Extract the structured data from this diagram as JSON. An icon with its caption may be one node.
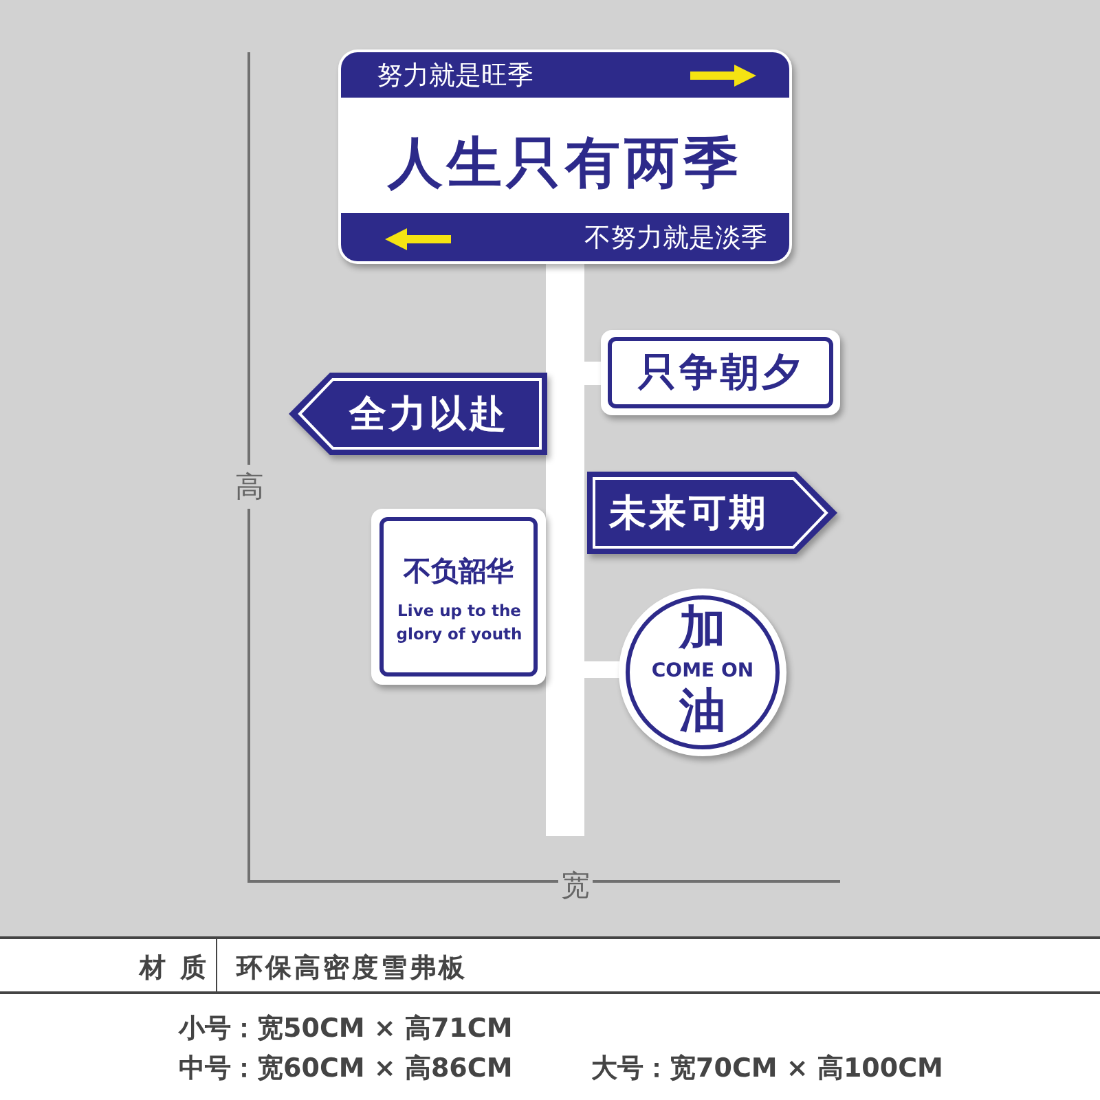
{
  "diagram": {
    "nodes": [
      {
        "text": [
          "努力就是旺季",
          "人生只有两季",
          "不努力就是淡季"
        ]
      },
      {
        "text": [
          "只争朝夕"
        ]
      },
      {
        "text": [
          "全力以赴"
        ]
      },
      {
        "text": [
          "未来可期"
        ]
      },
      {
        "text": [
          "不负韶华",
          "Live up to the glory of youth"
        ]
      },
      {
        "text": [
          "加",
          "COME ON",
          "油"
        ]
      }
    ],
    "edges": [],
    "labels": [
      "高",
      "宽",
      "材 质",
      "环保高密度雪弗板",
      "小号：宽50CM × 高71CM",
      "中号：宽60CM × 高86CM",
      "大号：宽70CM × 高100CM"
    ]
  }
}
